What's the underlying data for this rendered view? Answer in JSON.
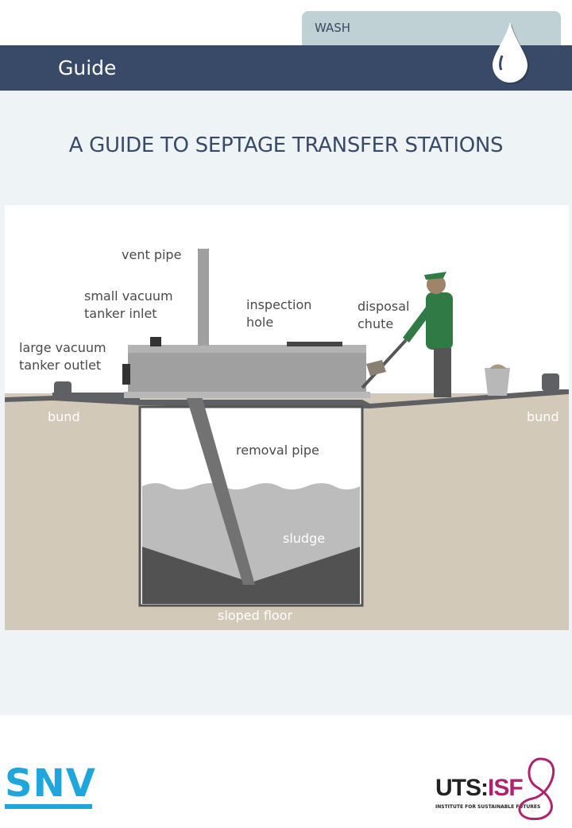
{
  "header": {
    "category_tab": "WASH",
    "band_label": "Guide",
    "icon": "water-drop-icon"
  },
  "title": "A GUIDE TO SEPTAGE TRANSFER STATIONS",
  "diagram": {
    "labels": {
      "vent_pipe": "vent pipe",
      "small_inlet_1": "small vacuum",
      "small_inlet_2": "tanker inlet",
      "inspection_1": "inspection",
      "inspection_2": "hole",
      "disposal_1": "disposal",
      "disposal_2": "chute",
      "large_outlet_1": "large vacuum",
      "large_outlet_2": "tanker outlet",
      "bund_left": "bund",
      "bund_right": "bund",
      "removal_pipe": "removal pipe",
      "sludge": "sludge",
      "sloped_floor": "sloped floor"
    }
  },
  "footer": {
    "logo_left": "SNV",
    "logo_right_a": "UTS:",
    "logo_right_b": "ISF",
    "logo_right_sub": "INSTITUTE FOR SUSTAINABLE FUTURES"
  },
  "colors": {
    "band": "#394a68",
    "tab": "#bfd1d5",
    "ground": "#d3c9b8",
    "snv": "#1ea6dd",
    "isf": "#b0226c"
  }
}
